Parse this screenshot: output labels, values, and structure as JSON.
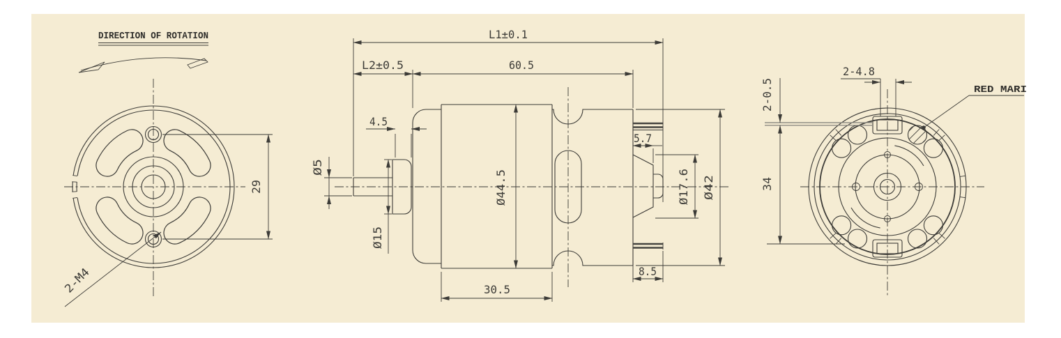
{
  "colors": {
    "page": "#ffffff",
    "sheet": "#f5ecd3",
    "line": "#3c3b37",
    "reference_line": "#8e8c83"
  },
  "front_view": {
    "title": "DIRECTION OF ROTATION",
    "dims": {
      "hole_spacing": "29",
      "thread_callout": "2-M4"
    }
  },
  "side_view": {
    "dims": {
      "overall_length": "L1±0.1",
      "shaft_extension": "L2±0.5",
      "body_length": "60.5",
      "bushing_length": "4.5",
      "shaft_dia": "Ø5",
      "bushing_dia": "Ø15",
      "body_dia": "Ø44.5",
      "bearing_offset": "5.7",
      "bearing_dia": "Ø17.6",
      "endcap_dia": "Ø42",
      "case_length": "30.5",
      "endcap_length": "8.5"
    }
  },
  "rear_view": {
    "dims": {
      "terminal_width": "2-4.8",
      "terminal_thickness": "2-0.5",
      "terminal_span": "34"
    },
    "red_mark_label": "RED MARI"
  }
}
